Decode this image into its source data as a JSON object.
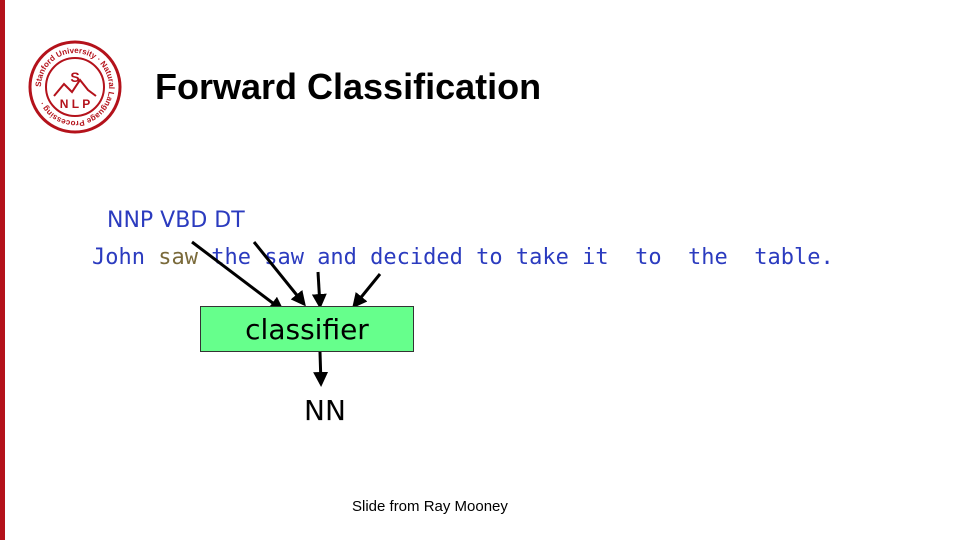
{
  "slide": {
    "title": "Forward Classification",
    "credit": "Slide from Ray Mooney"
  },
  "logo": {
    "ring_text": "Stanford University · Natural Language Processing ·",
    "letter_s": "S",
    "letters": "N L P",
    "color": "#b4121b"
  },
  "diagram": {
    "assigned_tags": "NNP VBD DT",
    "sentence": {
      "before": "John ",
      "current": "saw",
      "after": " the saw and decided to take it  to  the  table."
    },
    "classifier_label": "classifier",
    "output_tag": "NN"
  },
  "colors": {
    "accent_bar": "#b4121b",
    "tag_text": "#2b3bbf",
    "classifier_fill": "#66ff8c"
  }
}
